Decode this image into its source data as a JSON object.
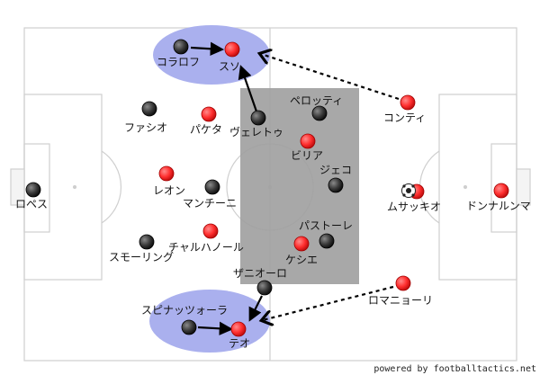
{
  "credit": "powered by footballtactics.net",
  "colors": {
    "pitch": "#ffffff",
    "lines": "#cfcfcf",
    "zone": "#9e9e9e",
    "highlight": "#aab0ee",
    "team_red": "#ff2f2f",
    "team_black": "#3a3a3a",
    "arrow": "#000000"
  },
  "players": [
    {
      "id": "lopez",
      "team": "black",
      "label": "ロペス"
    },
    {
      "id": "kolarov",
      "team": "black",
      "label": "コラロフ"
    },
    {
      "id": "fazio",
      "team": "black",
      "label": "ファシオ"
    },
    {
      "id": "manolas",
      "team": "black",
      "label": "マンチーニ"
    },
    {
      "id": "smalling",
      "team": "black",
      "label": "スモーリング"
    },
    {
      "id": "spinazzola",
      "team": "black",
      "label": "スピナッツォーラ"
    },
    {
      "id": "veretout",
      "team": "black",
      "label": "ヴェレトゥ"
    },
    {
      "id": "pellegrini",
      "team": "black",
      "label": "ペロッティ"
    },
    {
      "id": "dzeko",
      "team": "black",
      "label": "ジェコ"
    },
    {
      "id": "pastore",
      "team": "black",
      "label": "パストーレ"
    },
    {
      "id": "zaniolo",
      "team": "black",
      "label": "ザニオーロ"
    },
    {
      "id": "suso",
      "team": "red",
      "label": "スソ"
    },
    {
      "id": "paqueta",
      "team": "red",
      "label": "パケタ"
    },
    {
      "id": "leao",
      "team": "red",
      "label": "レオン"
    },
    {
      "id": "calhanoglu",
      "team": "red",
      "label": "チャルハノール"
    },
    {
      "id": "theo",
      "team": "red",
      "label": "テオ"
    },
    {
      "id": "biglia",
      "team": "red",
      "label": "ビリア"
    },
    {
      "id": "kessie",
      "team": "red",
      "label": "ケシエ"
    },
    {
      "id": "conti",
      "team": "red",
      "label": "コンティ"
    },
    {
      "id": "musacchio",
      "team": "red",
      "label": "ムサッキオ"
    },
    {
      "id": "romagnoli",
      "team": "red",
      "label": "ロマニョーリ"
    },
    {
      "id": "donnarumma",
      "team": "red",
      "label": "ドンナルンマ"
    }
  ]
}
